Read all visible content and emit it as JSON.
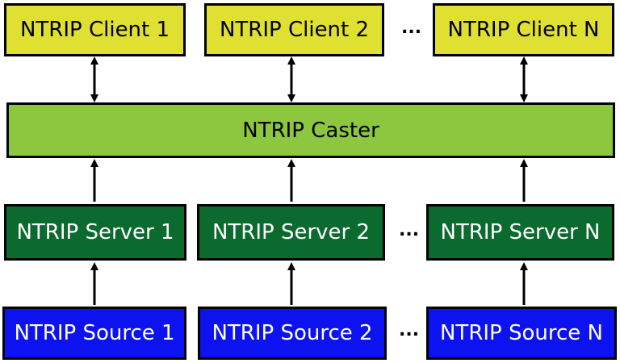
{
  "clients": [
    "NTRIP Client 1",
    "NTRIP Client 2",
    "NTRIP Client N"
  ],
  "caster": "NTRIP Caster",
  "servers": [
    "NTRIP Server 1",
    "NTRIP Server 2",
    "NTRIP Server N"
  ],
  "sources": [
    "NTRIP Source 1",
    "NTRIP Source 2",
    "NTRIP Source N"
  ],
  "ellipsis": "...",
  "colors": {
    "client_fill": "#dfe031",
    "caster_fill": "#8dc63f",
    "server_fill": "#0b6a2e",
    "source_fill": "#0c13f0",
    "border": "#000000"
  }
}
